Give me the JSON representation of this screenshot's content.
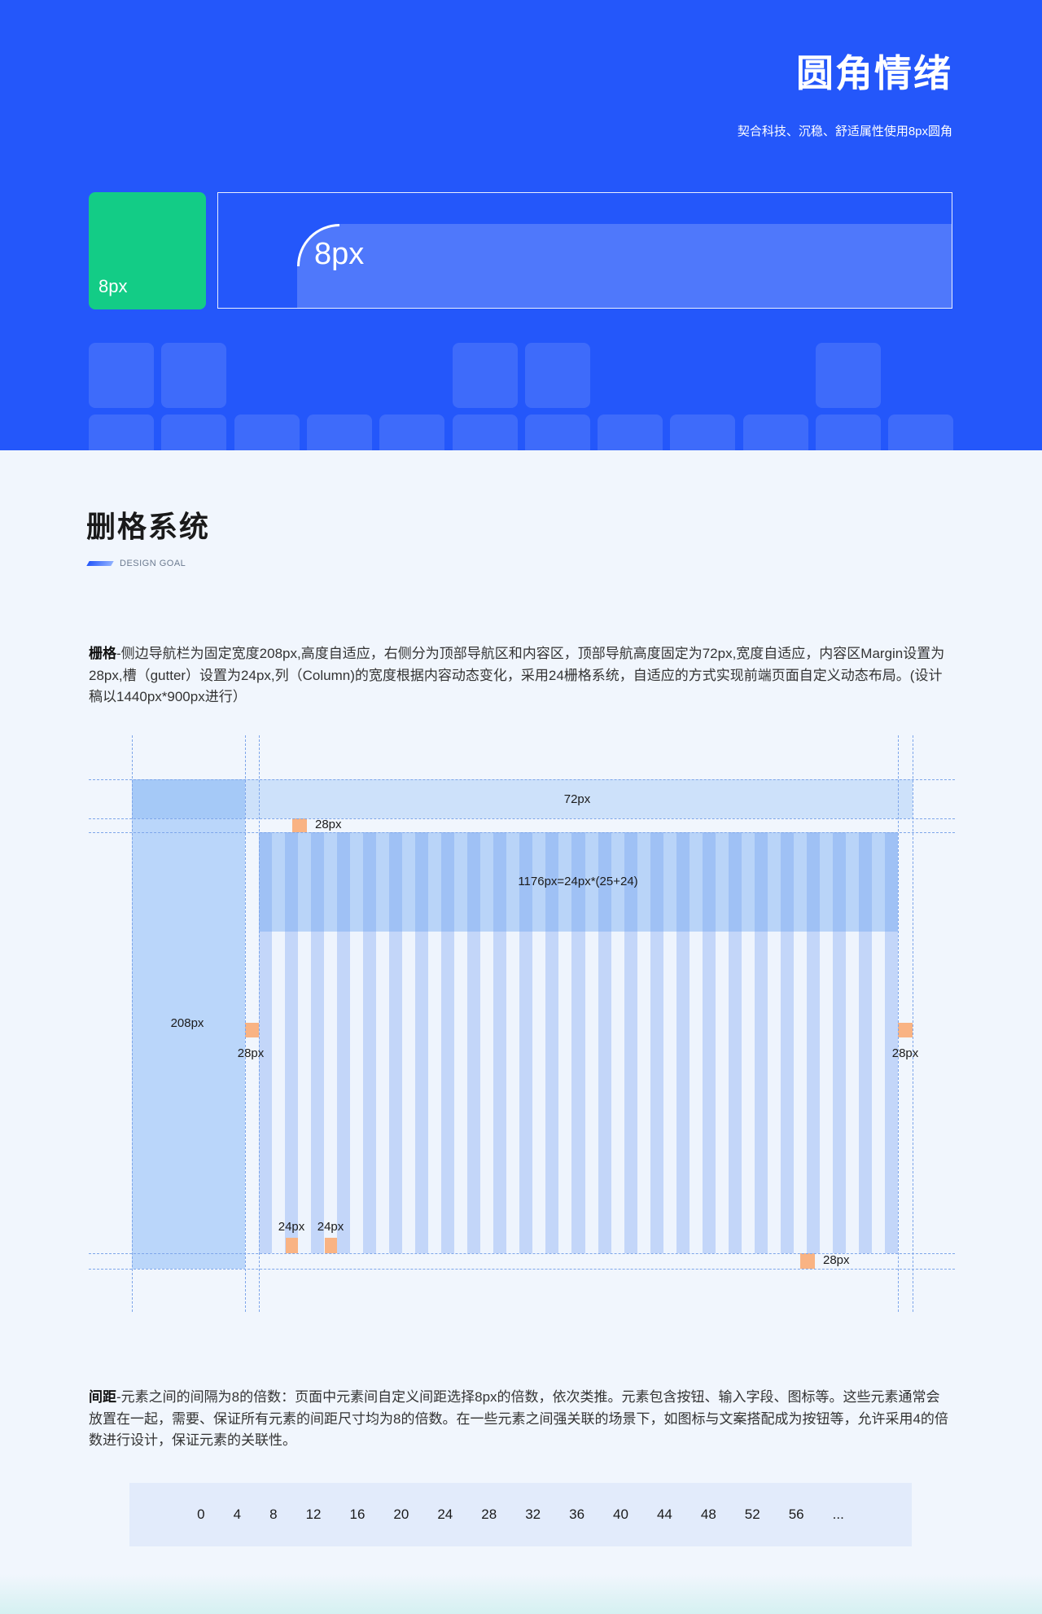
{
  "header": {
    "title": "圆角情绪",
    "subtitle": "契合科技、沉稳、舒适属性使用8px圆角"
  },
  "radius_demo": {
    "small_label": "8px",
    "large_label": "8px"
  },
  "grid_section": {
    "title": "删格系统",
    "tag": "DESIGN GOAL",
    "intro_term": "栅格",
    "intro_text": "-侧边导航栏为固定宽度208px,高度自适应，右侧分为顶部导航区和内容区，顶部导航高度固定为72px,宽度自适应，内容区Margin设置为28px,槽（gutter）设置为24px,列（Column)的宽度根据内容动态变化，采用24栅格系统，自适应的方式实现前端页面自定义动态布局。(设计稿以1440px*900px进行）"
  },
  "grid_diagram": {
    "sidebar_label": "208px",
    "top_nav_label": "72px",
    "top_margin_label": "28px",
    "content_label": "1176px=24px*(25+24)",
    "left_margin_label": "28px",
    "right_margin_label": "28px",
    "column_label": "24px",
    "gutter_label": "24px",
    "bottom_margin_label": "28px"
  },
  "spacing_section": {
    "term": "间距",
    "text": "-元素之间的间隔为8的倍数：页面中元素间自定义间距选择8px的倍数，依次类推。元素包含按钮、输入字段、图标等。这些元素通常会放置在一起，需要、保证所有元素的间距尺寸均为8的倍数。在一些元素之间强关联的场景下，如图标与文案搭配成为按钮等，允许采用4的倍数进行设计，保证元素的关联性。",
    "values": [
      "0",
      "4",
      "8",
      "12",
      "16",
      "20",
      "24",
      "28",
      "32",
      "36",
      "40",
      "44",
      "48",
      "52",
      "56",
      "..."
    ]
  },
  "colors": {
    "header_background": "#2457fa",
    "radius_green": "#13cc86",
    "marker_orange": "#f9b383",
    "sidebar_blue": "#bad6fa",
    "column_blue": "#c3d6f9"
  }
}
